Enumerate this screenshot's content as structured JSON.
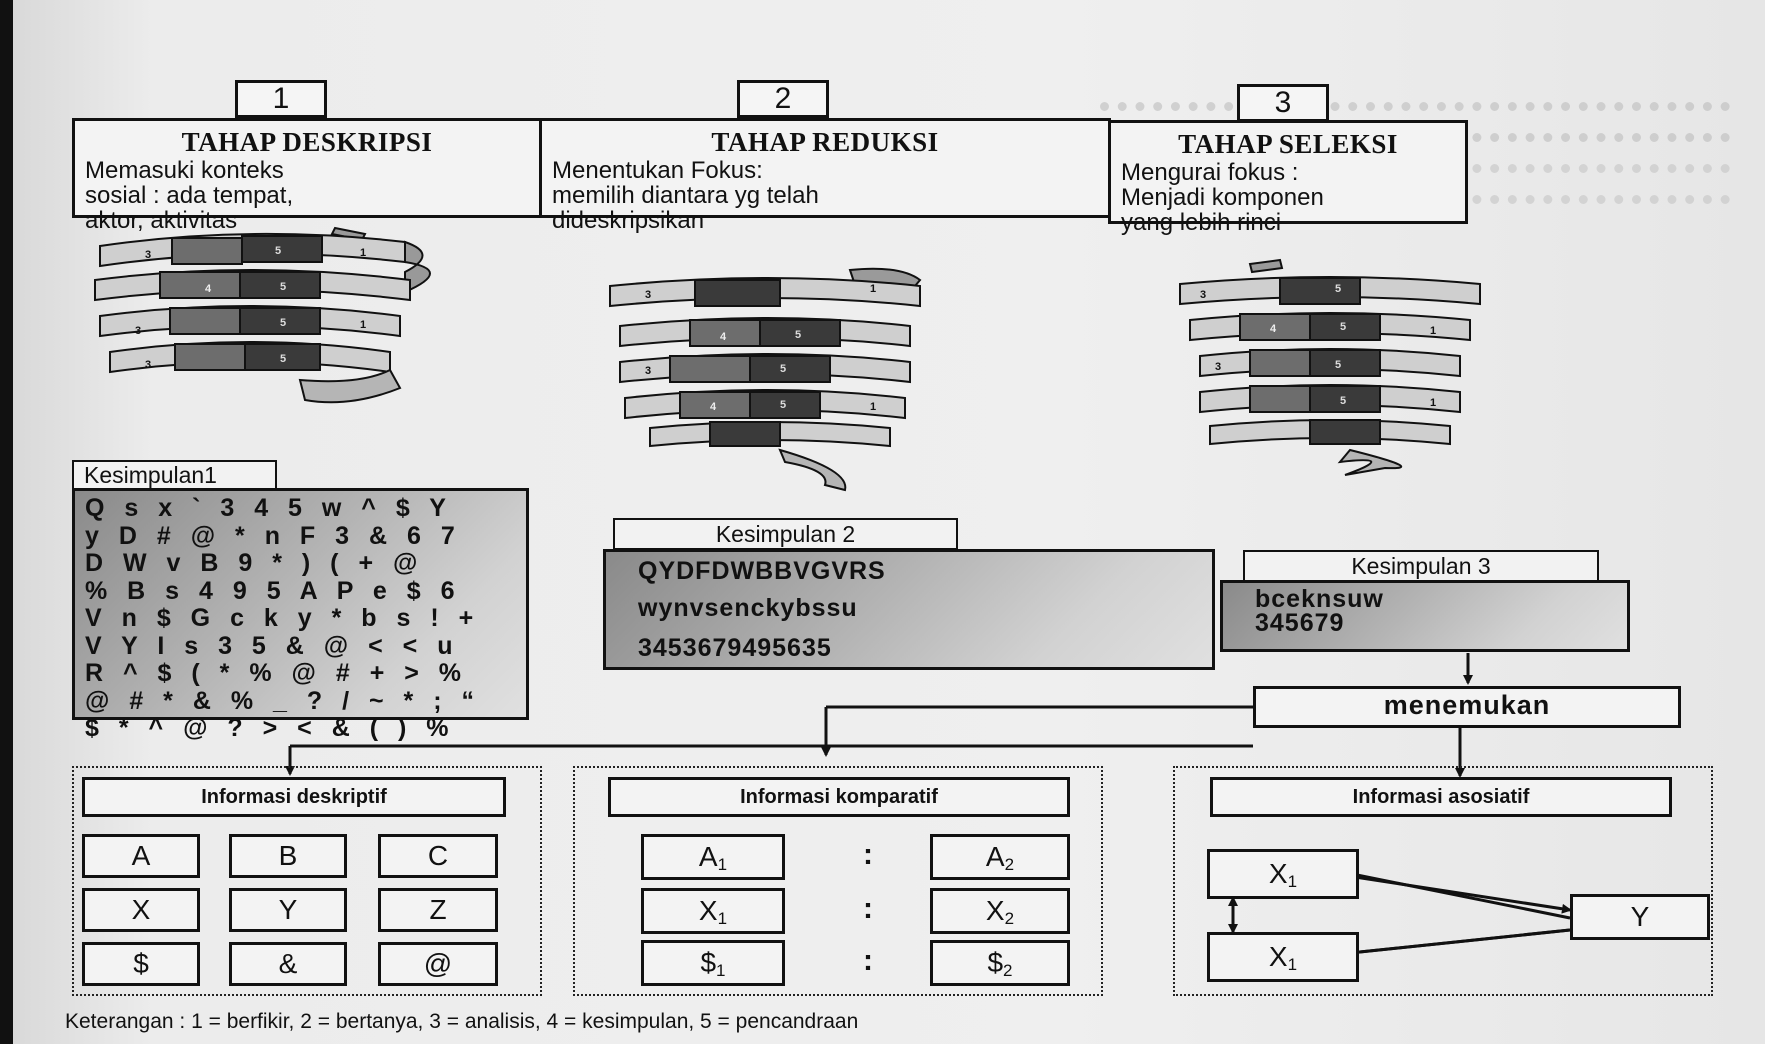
{
  "stages": [
    {
      "number": "1",
      "title": "TAHAP DESKRIPSI",
      "lines": [
        "Memasuki konteks",
        "sosial :  ada tempat,",
        "aktor, aktivitas"
      ]
    },
    {
      "number": "2",
      "title": "TAHAP REDUKSI",
      "lines": [
        "Menentukan Fokus:",
        "memilih diantara yg telah",
        "dideskripsikan"
      ]
    },
    {
      "number": "3",
      "title": "TAHAP SELEKSI",
      "lines": [
        "Mengurai fokus :",
        "Menjadi komponen",
        "yang lebih rinci"
      ]
    }
  ],
  "spiral_segment_labels": [
    "1",
    "3",
    "4",
    "5"
  ],
  "kesimpulan1": {
    "label": "Kesimpulan1",
    "lines": [
      "Q s x ` 3 4 5 w ^ $ Y",
      "y D # @ * n F 3 & 6 7",
      "D W v B 9 * ) ( + @",
      "% B s 4 9 5 A P e $ 6",
      "V n $ G c k y * b s ! +",
      "V Y I s 3 5 & @ < < u",
      "R ^ $ ( * % @ # + > %",
      "@ # * & % _ ? / ~ * ; “",
      "$ * ^ @ ? > < & ( ) %"
    ]
  },
  "kesimpulan2": {
    "label": "Kesimpulan 2",
    "lines": [
      "QYDFDWBBVGVRS",
      "wynvsenckybssu",
      "3453679495635"
    ]
  },
  "kesimpulan3": {
    "label": "Kesimpulan 3",
    "lines": [
      "bceknsuw",
      "345679"
    ]
  },
  "menemukan": "menemukan",
  "panels": {
    "deskriptif": {
      "header": "Informasi deskriptif",
      "cells": [
        "A",
        "B",
        "C",
        "X",
        "Y",
        "Z",
        "$",
        "&",
        "@"
      ]
    },
    "komparatif": {
      "header": "Informasi komparatif",
      "rows": [
        {
          "left": "A",
          "left_sub": "1",
          "sep": ":",
          "right": "A",
          "right_sub": "2"
        },
        {
          "left": "X",
          "left_sub": "1",
          "sep": ":",
          "right": "X",
          "right_sub": "2"
        },
        {
          "left": "$",
          "left_sub": "1",
          "sep": ":",
          "right": "$",
          "right_sub": "2"
        }
      ]
    },
    "asosiatif": {
      "header": "Informasi asosiatif",
      "top": "X",
      "top_sub": "1",
      "bottom": "X",
      "bottom_sub": "1",
      "target": "Y"
    }
  },
  "footer": "Keterangan : 1 = berfikir, 2 = bertanya, 3 = analisis, 4 = kesimpulan, 5 = pencandraan",
  "colors": {
    "ink": "#111111",
    "paper": "#eeeeee",
    "shade_dark": "#8a8a8a",
    "shade_light": "#e0e0e0"
  }
}
